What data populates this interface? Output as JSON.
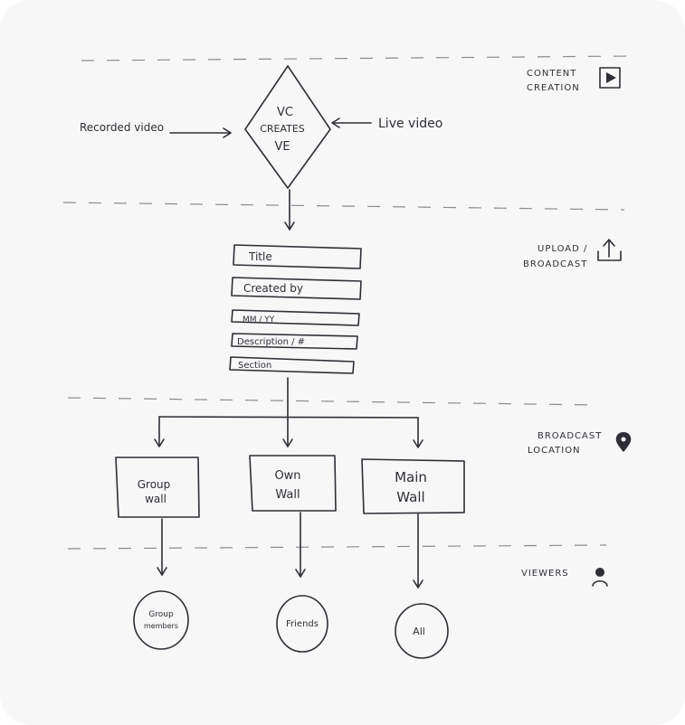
{
  "flow": {
    "decision": {
      "line1": "VC",
      "line2": "CREATES",
      "line3": "VE"
    },
    "left_input": "Recorded video",
    "right_input": "Live video",
    "form_fields": [
      "Title",
      "Created by",
      "MM / YY",
      "Description / #",
      "Section"
    ],
    "destinations": [
      {
        "line1": "Group",
        "line2": "wall"
      },
      {
        "line1": "Own",
        "line2": "Wall"
      },
      {
        "line1": "Main",
        "line2": "Wall"
      }
    ],
    "viewers": [
      {
        "line1": "Group",
        "line2": "members"
      },
      {
        "line1": "Friends",
        "line2": ""
      },
      {
        "line1": "All",
        "line2": ""
      }
    ]
  },
  "stages": [
    {
      "line1": "CONTENT",
      "line2": "CREATION",
      "icon": "play-icon"
    },
    {
      "line1": "UPLOAD /",
      "line2": "BROADCAST",
      "icon": "upload-icon"
    },
    {
      "line1": "BROADCAST",
      "line2": "LOCATION",
      "icon": "location-pin-icon"
    },
    {
      "line1": "VIEWERS",
      "line2": "",
      "icon": "person-icon"
    }
  ],
  "colors": {
    "ink": "#2e2e36",
    "paper": "#f7f7f8"
  }
}
